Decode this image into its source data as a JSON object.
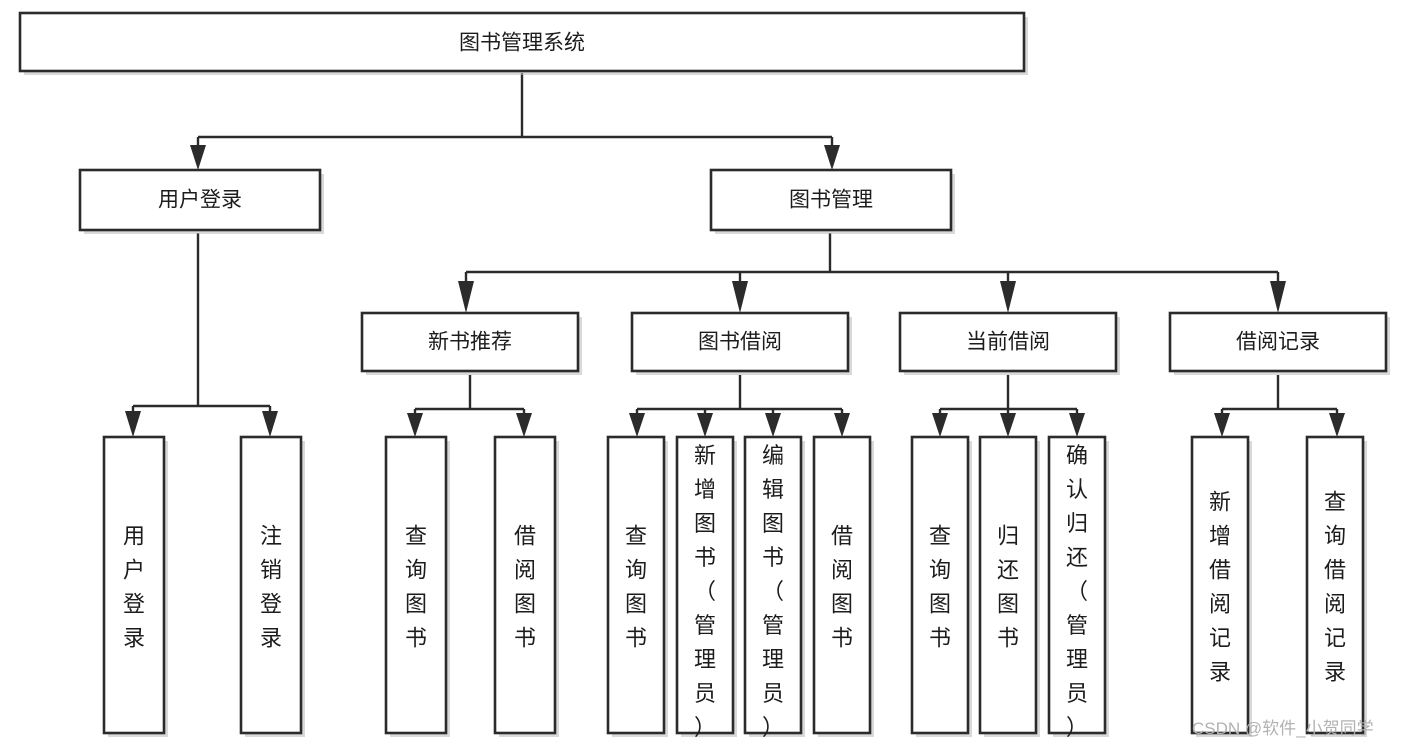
{
  "diagram": {
    "title": "图书管理系统",
    "type": "hierarchy-tree",
    "root": {
      "id": "root",
      "label": "图书管理系统",
      "orientation": "horizontal"
    },
    "level2": [
      {
        "id": "user-login",
        "label": "用户登录",
        "orientation": "horizontal"
      },
      {
        "id": "book-management",
        "label": "图书管理",
        "orientation": "horizontal"
      }
    ],
    "level3": [
      {
        "id": "new-book-recommend",
        "label": "新书推荐",
        "parent": "book-management",
        "orientation": "horizontal"
      },
      {
        "id": "book-borrow",
        "label": "图书借阅",
        "parent": "book-management",
        "orientation": "horizontal"
      },
      {
        "id": "current-borrow",
        "label": "当前借阅",
        "parent": "book-management",
        "orientation": "horizontal"
      },
      {
        "id": "borrow-record",
        "label": "借阅记录",
        "parent": "book-management",
        "orientation": "horizontal"
      }
    ],
    "leaves": [
      {
        "id": "leaf-user-login",
        "label": "用户登录",
        "parent": "user-login",
        "orientation": "vertical"
      },
      {
        "id": "leaf-user-logout",
        "label": "注销登录",
        "parent": "user-login",
        "orientation": "vertical"
      },
      {
        "id": "leaf-query-book-1",
        "label": "查询图书",
        "parent": "new-book-recommend",
        "orientation": "vertical"
      },
      {
        "id": "leaf-borrow-book-1",
        "label": "借阅图书",
        "parent": "new-book-recommend",
        "orientation": "vertical"
      },
      {
        "id": "leaf-query-book-2",
        "label": "查询图书",
        "parent": "book-borrow",
        "orientation": "vertical"
      },
      {
        "id": "leaf-add-book",
        "label": "新增图书（管理员）",
        "parent": "book-borrow",
        "orientation": "vertical"
      },
      {
        "id": "leaf-edit-book",
        "label": "编辑图书（管理员）",
        "parent": "book-borrow",
        "orientation": "vertical"
      },
      {
        "id": "leaf-borrow-book-2",
        "label": "借阅图书",
        "parent": "book-borrow",
        "orientation": "vertical"
      },
      {
        "id": "leaf-query-book-3",
        "label": "查询图书",
        "parent": "current-borrow",
        "orientation": "vertical"
      },
      {
        "id": "leaf-return-book",
        "label": "归还图书",
        "parent": "current-borrow",
        "orientation": "vertical"
      },
      {
        "id": "leaf-confirm-return",
        "label": "确认归还（管理员）",
        "parent": "current-borrow",
        "orientation": "vertical"
      },
      {
        "id": "leaf-add-record",
        "label": "新增借阅记录",
        "parent": "borrow-record",
        "orientation": "vertical"
      },
      {
        "id": "leaf-query-record",
        "label": "查询借阅记录",
        "parent": "borrow-record",
        "orientation": "vertical"
      }
    ],
    "watermark": "CSDN @软件_小贺同学",
    "colors": {
      "stroke": "#2b2b2b",
      "fill": "#ffffff",
      "text": "#1c1c1c",
      "watermark": "#b2b2b2",
      "background": "#ffffff"
    }
  }
}
